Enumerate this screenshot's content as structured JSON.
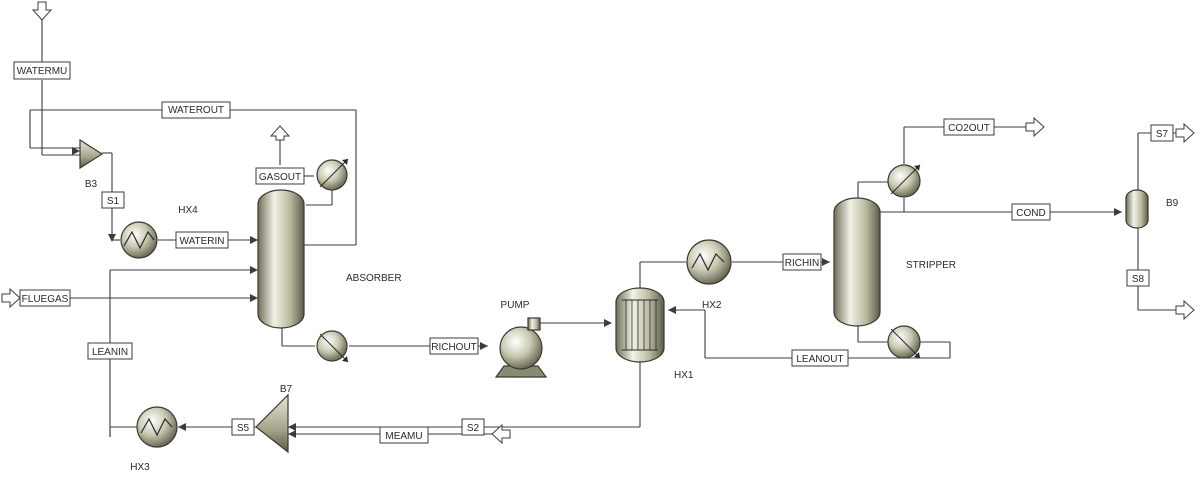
{
  "streams": {
    "watermu": "WATERMU",
    "waterout": "WATEROUT",
    "gasout": "GASOUT",
    "s1": "S1",
    "waterin": "WATERIN",
    "fluegas": "FLUEGAS",
    "leanin": "LEANIN",
    "richout": "RICHOUT",
    "richin": "RICHIN",
    "leanout": "LEANOUT",
    "co2out": "CO2OUT",
    "cond": "COND",
    "s7": "S7",
    "s8": "S8",
    "s5": "S5",
    "s2": "S2",
    "meamu": "MEAMU"
  },
  "blocks": {
    "b3": "B3",
    "hx4": "HX4",
    "absorber": "ABSORBER",
    "pump": "PUMP",
    "hx2": "HX2",
    "hx1": "HX1",
    "stripper": "STRIPPER",
    "b9": "B9",
    "b7": "B7",
    "hx3": "HX3"
  }
}
